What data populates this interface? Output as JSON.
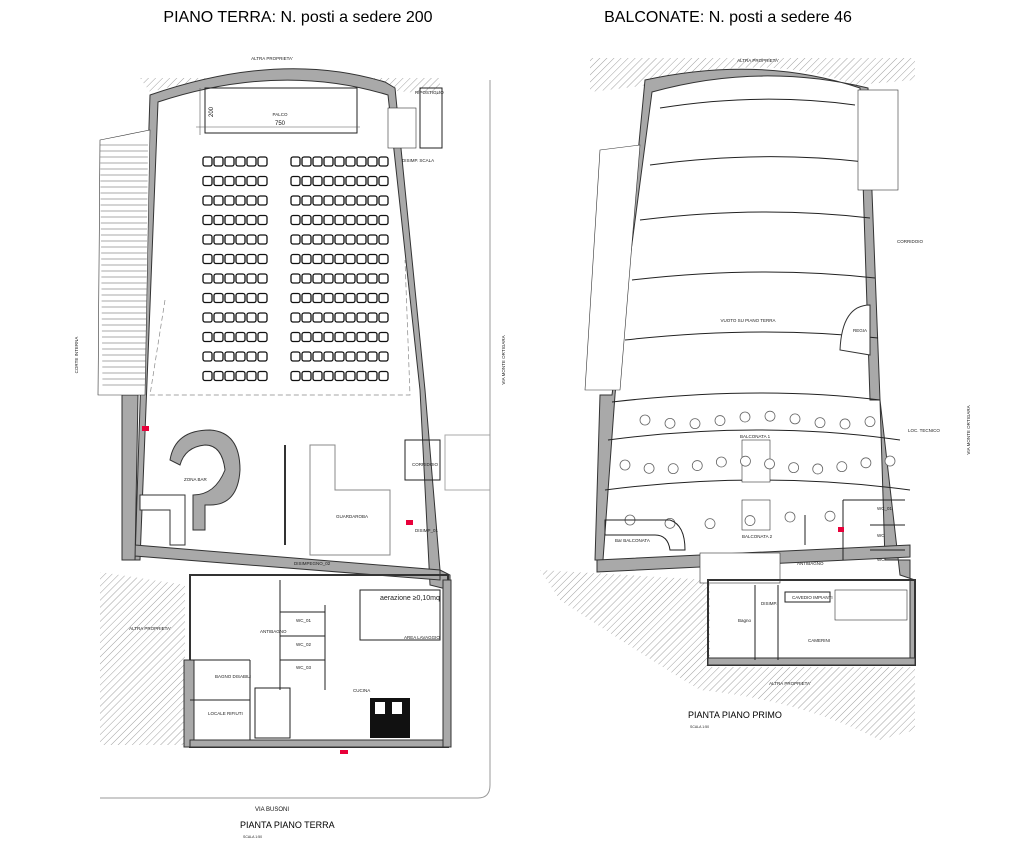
{
  "ground_floor": {
    "title": "PIANO TERRA: N. posti a sedere 200",
    "plan_name": "PIANTA PIANO TERRA",
    "scale": "SCALA 1:50",
    "street_south": "VIA BUSONI",
    "street_east": "VIA MONTE ORTIGARA",
    "courtyard": "CORTE INTERNA",
    "neighbor_top": "ALTRA PROPRIETA'",
    "neighbor_left": "ALTRA PROPRIETA'",
    "stage": {
      "label": "PALCO",
      "width_dim": "750",
      "depth_dim": "200"
    },
    "seating": {
      "left_block_cols": 6,
      "right_block_cols": 9,
      "rows": 12
    },
    "rooms": {
      "ripostiglio": "RIPOSTIGLIO",
      "disimp_scala": "DISIMP. SCALA",
      "zona_bar": "ZONA BAR",
      "guardaroba": "GUARDAROBA",
      "corridoio": "CORRIDOIO",
      "disimp_01": "DISIMP_01",
      "disimpegno_02": "DISIMPEGNO_02",
      "aerazione": "aerazione ≥0,10mq",
      "antibagno": "ANTIBAGNO",
      "wc_01": "WC_01",
      "wc_02": "WC_02",
      "wc_03": "WC_03",
      "bagno_disabili": "BAGNO DISABILI",
      "locale_rifiuti": "LOCALE RIFIUTI",
      "cucina": "CUCINA",
      "area_lavaggio": "AREA LAVAGGIO"
    }
  },
  "first_floor": {
    "title": "BALCONATE: N. posti a sedere 46",
    "plan_name": "PIANTA PIANO PRIMO",
    "scale": "SCALA 1:50",
    "street_east": "VIA MONTE ORTIGARA",
    "neighbor_top": "ALTRA PROPRIETA'",
    "neighbor_bottom": "ALTRA PROPRIETA'",
    "rooms": {
      "vuoto": "VUOTO SU PIANO TERRA",
      "regia": "REGIA",
      "corridoio": "CORRIDOIO",
      "loc_tecnico": "LOC. TECNICO",
      "balconata_1": "BALCONATA 1",
      "balconata_2": "BALCONATA 2",
      "bar_balconata": "Bar BALCONATA",
      "antibagno": "ANTIBAGNO",
      "wc_01": "WC_01",
      "wc_02": "WC",
      "wc_03": "WC",
      "disimp": "DISIMP.",
      "bagno": "Bagno",
      "cavedio": "CAVEDIO IMPIANTI",
      "camerini": "CAMERINI"
    }
  },
  "colors": {
    "wall": "#a9a9a9",
    "emergency": "#e8003a"
  }
}
